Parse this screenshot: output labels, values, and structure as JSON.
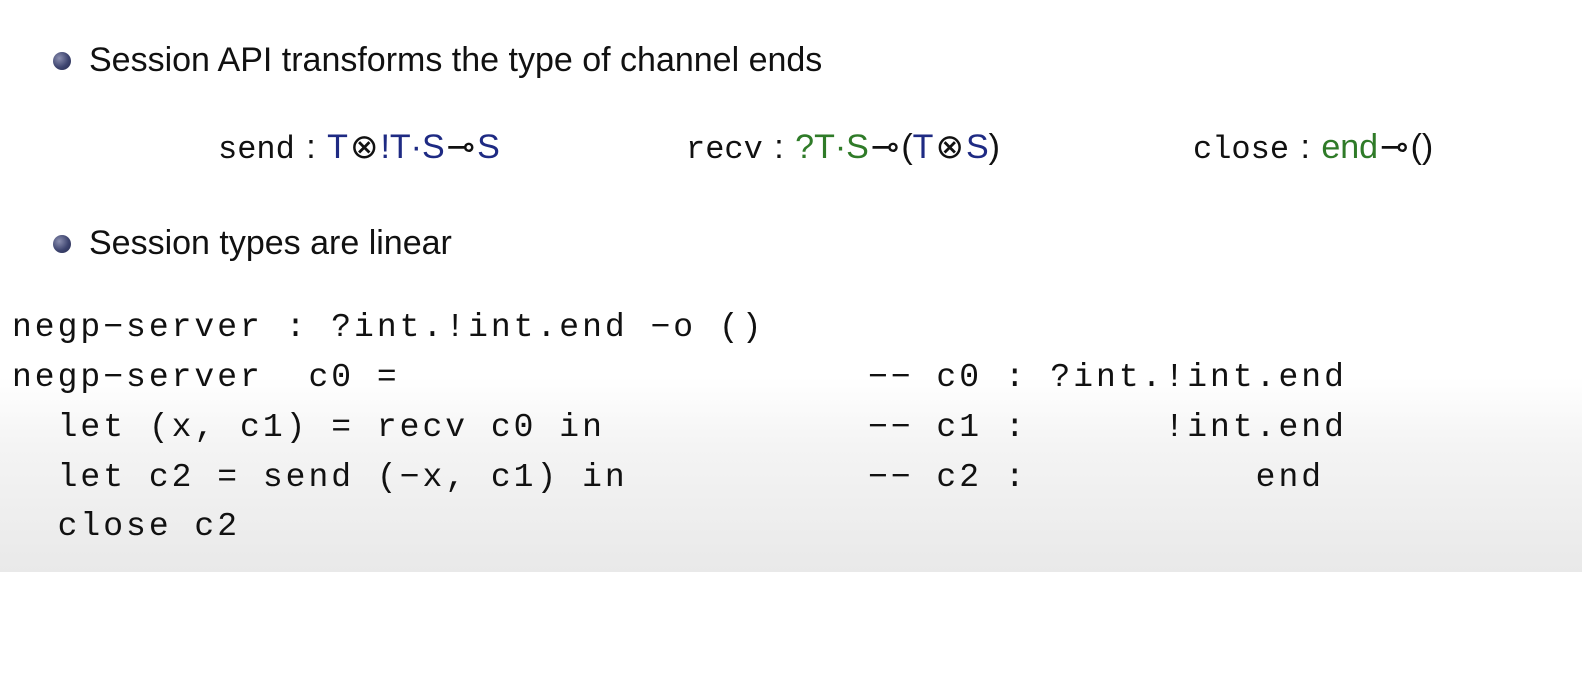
{
  "bullets": [
    "Session API transforms the type of channel ends",
    "Session types are linear"
  ],
  "api_types": {
    "send": {
      "name": "send",
      "parts": [
        "T",
        "⊗",
        "!T·S",
        "⊸",
        "S"
      ]
    },
    "recv": {
      "name": "recv",
      "parts": [
        "?T·S",
        "⊸",
        "(",
        "T",
        "⊗",
        "S",
        ")"
      ]
    },
    "close": {
      "name": "close",
      "parts": [
        "end",
        "⊸",
        "()"
      ]
    }
  },
  "code": {
    "lines": [
      {
        "code": "negp−server : ?int.!int.end −o ()",
        "comment": ""
      },
      {
        "code": "negp−server  c0 =",
        "comment": "−− c0 : ?int.!int.end"
      },
      {
        "code": "  let (x, c1) = recv c0 in",
        "comment": "−− c1 :      !int.end"
      },
      {
        "code": "  let c2 = send (−x, c1) in",
        "comment": "−− c2 :          end"
      },
      {
        "code": "  close c2",
        "comment": ""
      }
    ]
  },
  "colors": {
    "navy": "#1e2a83",
    "green": "#2f7b28",
    "text": "#111111"
  }
}
